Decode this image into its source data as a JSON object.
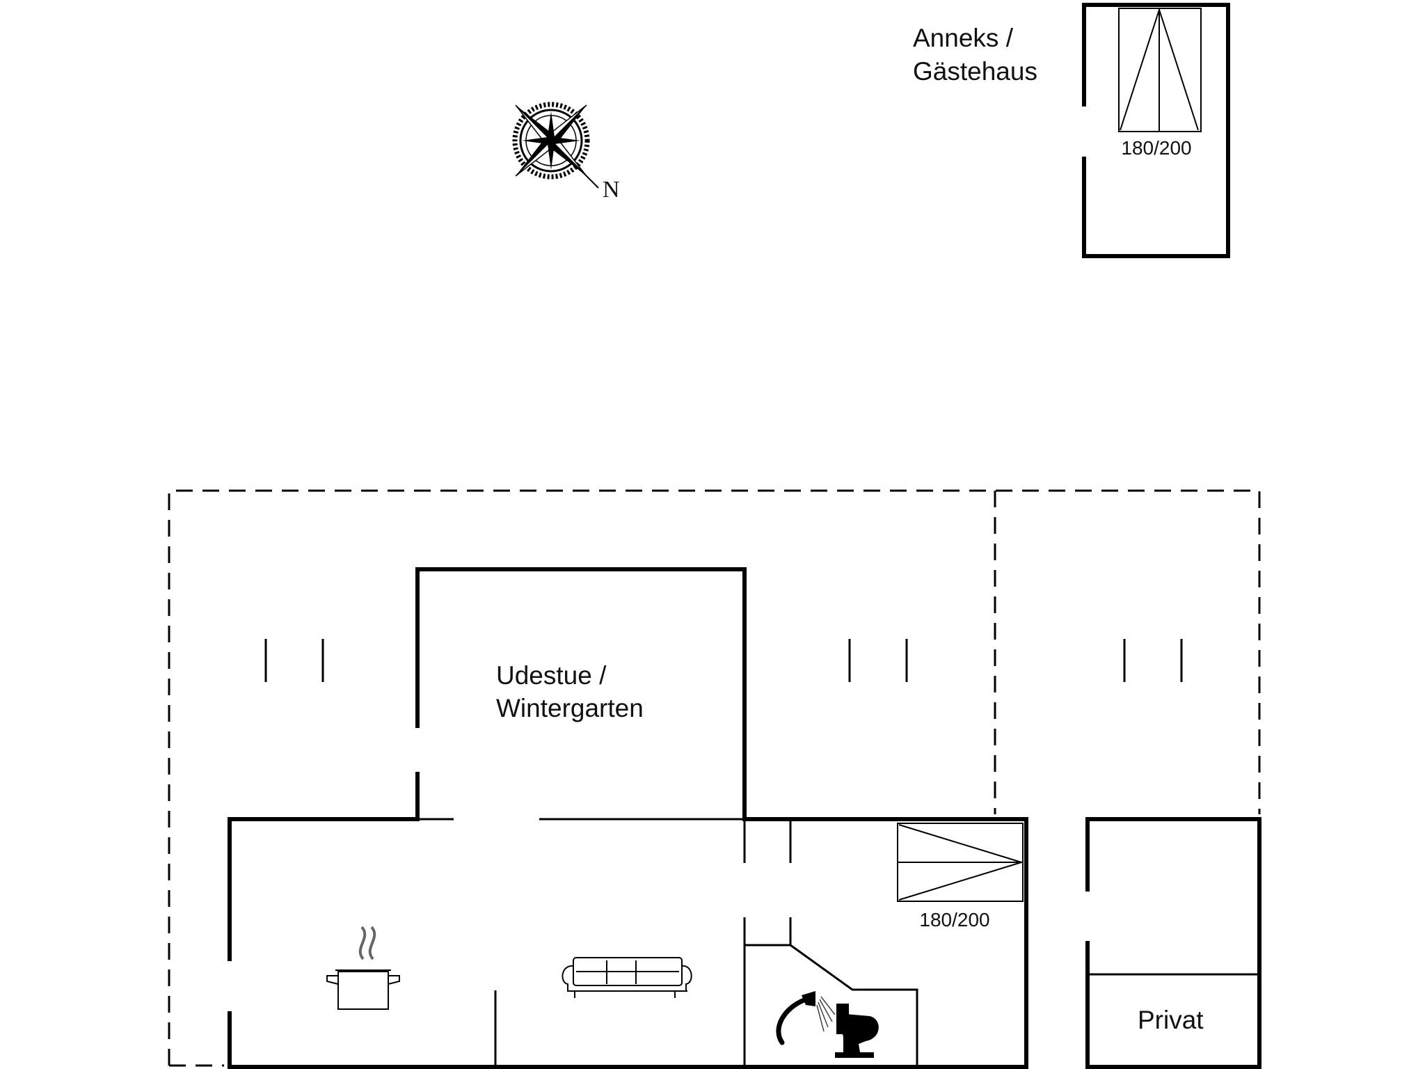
{
  "annex": {
    "label_line1": "Anneks /",
    "label_line2": "Gästehaus",
    "bed_size": "180/200"
  },
  "compass": {
    "north_label": "N"
  },
  "conservatory": {
    "label_line1": "Udestue /",
    "label_line2": "Wintergarten"
  },
  "bedroom": {
    "bed_size": "180/200"
  },
  "private_room": {
    "label": "Privat"
  },
  "icons": [
    "compass-rose-icon",
    "cooking-pot-icon",
    "sofa-icon",
    "shower-icon",
    "toilet-icon",
    "bed-icon"
  ]
}
